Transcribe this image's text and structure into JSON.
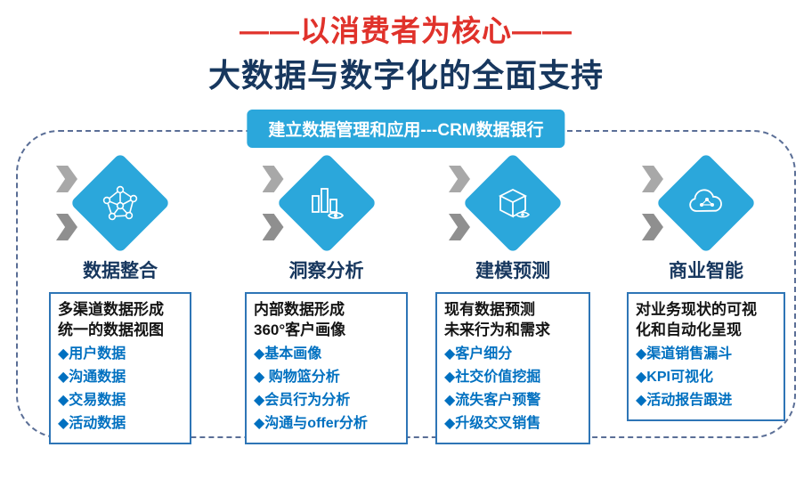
{
  "header": {
    "title_line1": "——以消费者为核心——",
    "title_line2": "大数据与数字化的全面支持",
    "banner": "建立数据管理和应用---CRM数据银行"
  },
  "columns": [
    {
      "heading": "数据整合",
      "icon": "network-graph-icon",
      "bold1": "多渠道数据形成",
      "bold2": "统一的数据视图",
      "items": [
        "◆用户数据",
        "◆沟通数据",
        "◆交易数据",
        "◆活动数据"
      ]
    },
    {
      "heading": "洞察分析",
      "icon": "bar-chart-eye-icon",
      "bold1": "内部数据形成",
      "bold2": "360°客户画像",
      "items": [
        "◆基本画像",
        "◆ 购物篮分析",
        "◆会员行为分析",
        "◆沟通与offer分析"
      ]
    },
    {
      "heading": "建模预测",
      "icon": "cube-eye-icon",
      "bold1": "现有数据预测",
      "bold2": "未来行为和需求",
      "items": [
        "◆客户细分",
        "◆社交价值挖掘",
        "◆流失客户预警",
        "◆升级交叉销售"
      ]
    },
    {
      "heading": "商业智能",
      "icon": "cloud-network-icon",
      "bold1": "对业务现状的可视",
      "bold2": "化和自动化呈现",
      "items": [
        "◆渠道销售漏斗",
        "◆KPI可视化",
        "◆活动报告跟进"
      ]
    }
  ],
  "colors": {
    "title_red": "#E0322B",
    "title_navy": "#17375E",
    "banner_blue": "#2BA7DB",
    "diamond_blue": "#2BA7DB",
    "box_border_blue": "#2E75B6",
    "item_blue": "#0070C0",
    "dashed_border": "#5A6E96",
    "chevron_gray": "#9E9E9E"
  }
}
